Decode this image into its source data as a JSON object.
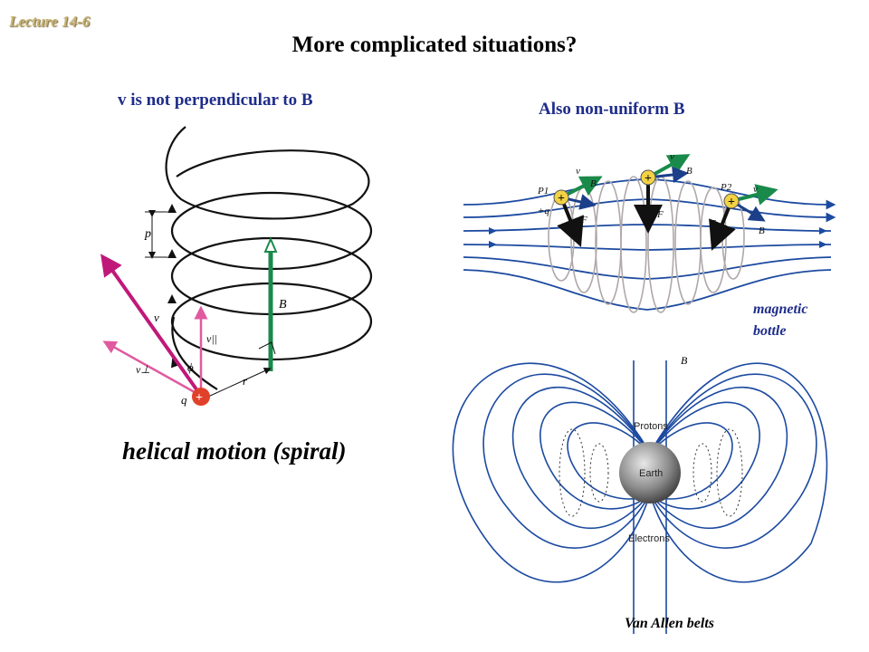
{
  "header": {
    "lecture": "Lecture 14-6",
    "title": "More complicated situations?"
  },
  "left_panel": {
    "subtitle": "v is not perpendicular to B",
    "caption": "helical motion (spiral)",
    "diagram_labels": {
      "pitch": "p",
      "field": "B",
      "velocity": "v",
      "v_parallel": "v||",
      "v_perp": "v⊥",
      "angle": "ϕ",
      "radius": "r",
      "charge": "q",
      "plus": "+"
    }
  },
  "right_panel": {
    "subtitle": "Also non-uniform B",
    "bottle_caption": "magnetic bottle",
    "bottle_labels": {
      "p1": "P1",
      "p2": "P2",
      "charge": "+q",
      "velocity": "v",
      "field": "B",
      "force": "F"
    },
    "earth_labels": {
      "field": "B",
      "protons": "Protons",
      "earth": "Earth",
      "electrons": "Electrons"
    },
    "earth_caption": "Van Allen belts"
  },
  "colors": {
    "title_blue": "#1f2d8a",
    "field_line_blue": "#1c4aa0",
    "velocity_green": "#1a8a4a",
    "velocity_magenta": "#c0187a",
    "charge_red": "#e0412a",
    "charge_yellow": "#f3d243"
  }
}
